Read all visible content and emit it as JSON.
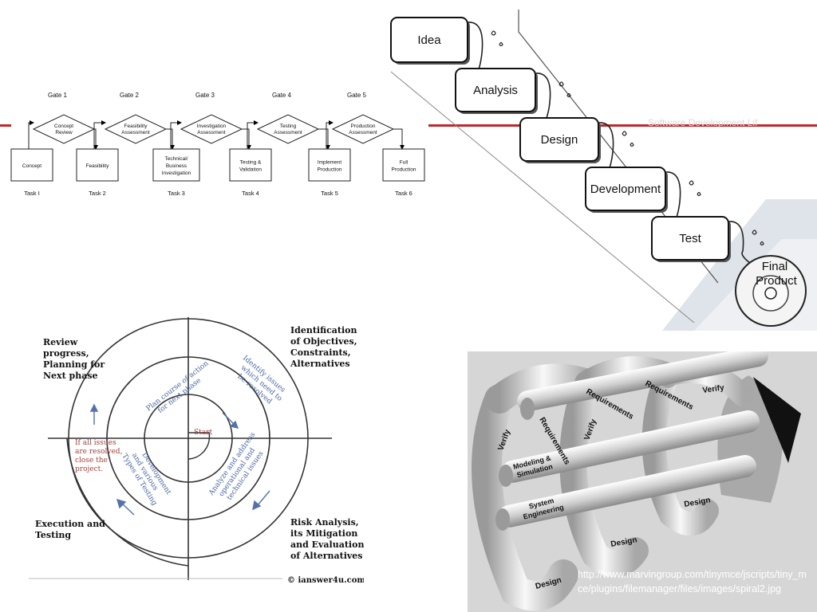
{
  "stage_gate": {
    "gates": [
      "Gate 1",
      "Gate 2",
      "Gate 3",
      "Gate 4",
      "Gate 5"
    ],
    "assessments": [
      [
        "Concept",
        "Review"
      ],
      [
        "Feasibility",
        "Assessment"
      ],
      [
        "Investigation",
        "Assessment"
      ],
      [
        "Testing",
        "Assessment"
      ],
      [
        "Production",
        "Assessment"
      ]
    ],
    "stages": [
      [
        "Concept"
      ],
      [
        "Feasibility"
      ],
      [
        "Technical/",
        "Business",
        "Investigation"
      ],
      [
        "Testing &",
        "Validation"
      ],
      [
        "Implement",
        "Production"
      ],
      [
        "Full",
        "Production"
      ]
    ],
    "tasks": [
      "Task I",
      "Task 2",
      "Task 3",
      "Task 4",
      "Task 5",
      "Task 6"
    ]
  },
  "waterfall": {
    "steps": [
      "Idea",
      "Analysis",
      "Design",
      "Development",
      "Test"
    ],
    "final": [
      "Final",
      "Product"
    ],
    "faint_label": "Software Development Lif"
  },
  "spiral": {
    "quadrants": {
      "top_left": [
        "Review",
        "progress,",
        "Planning for",
        "Next phase"
      ],
      "top_right": [
        "Identification",
        "of Objectives,",
        "Constraints,",
        "Alternatives"
      ],
      "bottom_left": [
        "Execution and",
        "Testing"
      ],
      "bottom_right": [
        "Risk Analysis,",
        "its Mitigation",
        "and Evaluation",
        "of Alternatives"
      ]
    },
    "arc_labels": {
      "plan": [
        "Plan course of action",
        "for next phase"
      ],
      "identify": [
        "Identify issues",
        "which need to",
        "be resolved"
      ],
      "analyze": [
        "Analyze and address",
        "operational and",
        "technical issues"
      ],
      "develop": [
        "Development",
        "and various",
        "Types of Testing"
      ]
    },
    "start": "Start",
    "resolved": [
      "If all issues",
      "are resolved,",
      "close the",
      "project."
    ],
    "copyright": "© ianswer4u.com"
  },
  "helix": {
    "labels": {
      "verify": "Verify",
      "requirements": "Requirements",
      "design": "Design",
      "modeling": [
        "Modeling &",
        "Simulation"
      ],
      "system": [
        "System",
        "Engineering"
      ]
    },
    "url": "http://www.marvingroup.com/tinymce/jscripts/tiny_mce/plugins/filemanager/files/images/spiral2.jpg"
  }
}
